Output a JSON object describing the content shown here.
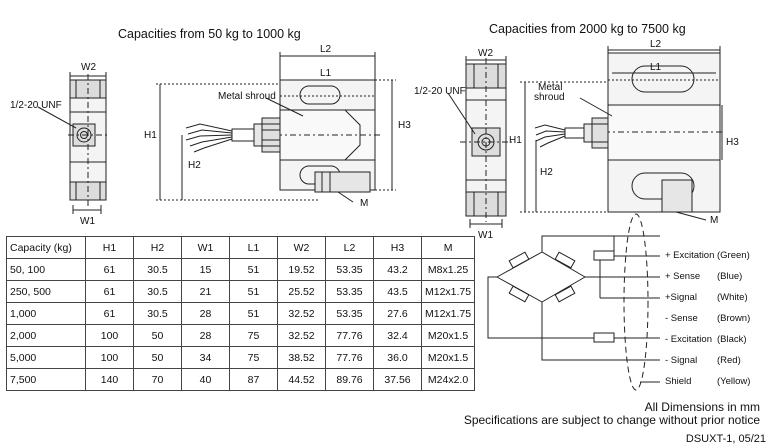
{
  "titles": {
    "left": "Capacities from 50 kg to 1000 kg",
    "right": "Capacities from 2000 kg to 7500 kg"
  },
  "left_drawing": {
    "w2": "W2",
    "w1": "W1",
    "thread": "1/2-20 UNF",
    "l2": "L2",
    "l1": "L1",
    "shroud": "Metal shroud",
    "h1": "H1",
    "h2": "H2",
    "h3": "H3",
    "m": "M"
  },
  "right_drawing": {
    "w2": "W2",
    "w1": "W1",
    "thread": "1/2-20 UNF",
    "l2": "L2",
    "l1": "L1",
    "shroud_line1": "Metal",
    "shroud_line2": "shroud",
    "h1": "H1",
    "h2": "H2",
    "h3": "H3",
    "m": "M"
  },
  "table": {
    "headers": [
      "Capacity (kg)",
      "H1",
      "H2",
      "W1",
      "L1",
      "W2",
      "L2",
      "H3",
      "M"
    ],
    "rows": [
      [
        "50, 100",
        "61",
        "30.5",
        "15",
        "51",
        "19.52",
        "53.35",
        "43.2",
        "M8x1.25"
      ],
      [
        "250, 500",
        "61",
        "30.5",
        "21",
        "51",
        "25.52",
        "53.35",
        "43.5",
        "M12x1.75"
      ],
      [
        "1,000",
        "61",
        "30.5",
        "28",
        "51",
        "32.52",
        "53.35",
        "27.6",
        "M12x1.75"
      ],
      [
        "2,000",
        "100",
        "50",
        "28",
        "75",
        "32.52",
        "77.76",
        "32.4",
        "M20x1.5"
      ],
      [
        "5,000",
        "100",
        "50",
        "34",
        "75",
        "38.52",
        "77.76",
        "36.0",
        "M20x1.5"
      ],
      [
        "7,500",
        "140",
        "70",
        "40",
        "87",
        "44.52",
        "89.76",
        "37.56",
        "M24x2.0"
      ]
    ]
  },
  "wiring": [
    {
      "signal": "+ Excitation",
      "color": "(Green)"
    },
    {
      "signal": "+ Sense",
      "color": "(Blue)"
    },
    {
      "signal": "+Signal",
      "color": "(White)"
    },
    {
      "signal": "- Sense",
      "color": "(Brown)"
    },
    {
      "signal": "- Excitation",
      "color": "(Black)"
    },
    {
      "signal": "- Signal",
      "color": "(Red)"
    },
    {
      "signal": "Shield",
      "color": "(Yellow)"
    }
  ],
  "footer": {
    "dims": "All Dimensions in mm",
    "spec": "Specifications are subject to change without prior notice",
    "doc": "DSUXT-1, 05/21"
  }
}
